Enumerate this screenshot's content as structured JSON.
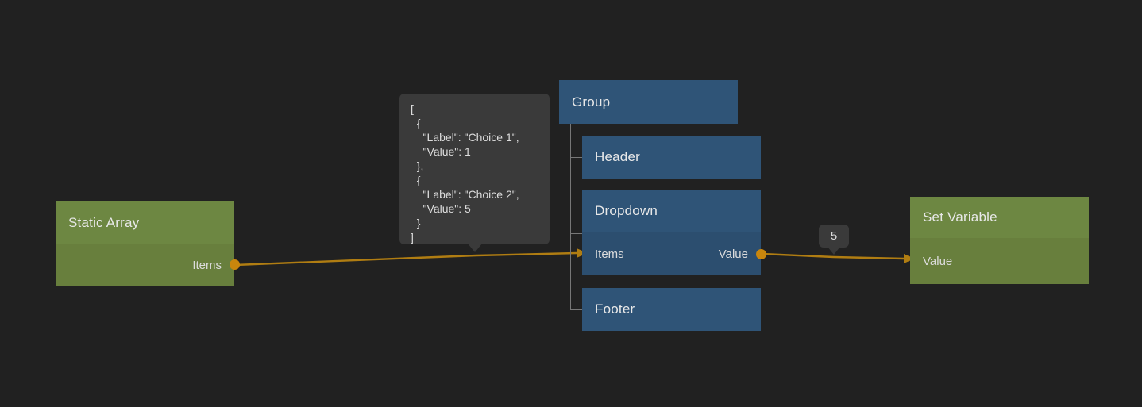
{
  "canvas": {
    "background_color": "#212121",
    "wire_color": "#b07d12",
    "port_color": "#c8860d"
  },
  "nodes": {
    "static_array": {
      "title": "Static Array",
      "output_port_label": "Items",
      "accent_color": "#6d8742"
    },
    "group": {
      "title": "Group",
      "accent_color": "#2f5477"
    },
    "header_child": {
      "title": "Header",
      "accent_color": "#2f5477"
    },
    "dropdown": {
      "title": "Dropdown",
      "input_port_label": "Items",
      "output_port_label": "Value",
      "accent_color": "#2f5477"
    },
    "footer_child": {
      "title": "Footer",
      "accent_color": "#2f5477"
    },
    "set_variable": {
      "title": "Set Variable",
      "input_port_label": "Value",
      "accent_color": "#6d8742"
    }
  },
  "tooltips": {
    "items_json": "[\n  {\n    \"Label\": \"Choice 1\",\n    \"Value\": 1\n  },\n  {\n    \"Label\": \"Choice 2\",\n    \"Value\": 5\n  }\n]",
    "value_preview": "5"
  },
  "chart_data": {
    "type": "diagram",
    "title": "Node graph: Static Array → Dropdown → Set Variable",
    "nodes": [
      {
        "id": "static_array",
        "label": "Static Array",
        "kind": "data-node",
        "color": "#6d8742",
        "ports_out": [
          "Items"
        ]
      },
      {
        "id": "group",
        "label": "Group",
        "kind": "container",
        "color": "#2f5477",
        "children": [
          "header_child",
          "dropdown",
          "footer_child"
        ]
      },
      {
        "id": "header_child",
        "label": "Header",
        "kind": "ui-node",
        "color": "#2f5477"
      },
      {
        "id": "dropdown",
        "label": "Dropdown",
        "kind": "ui-node",
        "color": "#2f5477",
        "ports_in": [
          "Items"
        ],
        "ports_out": [
          "Value"
        ]
      },
      {
        "id": "footer_child",
        "label": "Footer",
        "kind": "ui-node",
        "color": "#2f5477"
      },
      {
        "id": "set_variable",
        "label": "Set Variable",
        "kind": "action-node",
        "color": "#6d8742",
        "ports_in": [
          "Value"
        ]
      }
    ],
    "edges": [
      {
        "from": "static_array.Items",
        "to": "dropdown.Items",
        "label": "[{\"Label\": \"Choice 1\", \"Value\": 1}, {\"Label\": \"Choice 2\", \"Value\": 5}]"
      },
      {
        "from": "dropdown.Value",
        "to": "set_variable.Value",
        "label": "5"
      }
    ]
  }
}
